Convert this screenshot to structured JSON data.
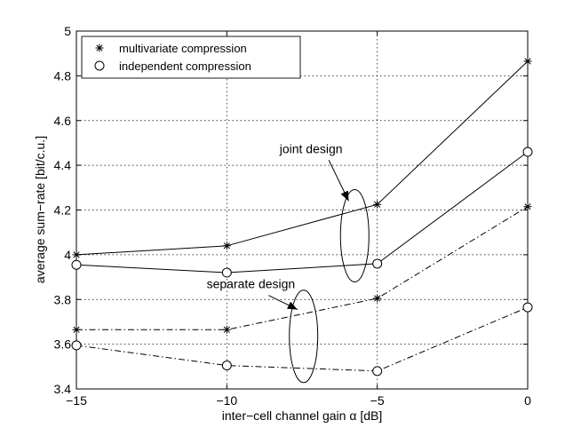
{
  "chart_data": {
    "type": "line",
    "title": "",
    "xlabel": "inter−cell channel gain α [dB]",
    "ylabel": "average sum−rate [bit/c.u.]",
    "xlim": [
      -15,
      0
    ],
    "ylim": [
      3.4,
      5
    ],
    "x_ticks": [
      -15,
      -10,
      -5,
      0
    ],
    "x_tick_labels": [
      "−15",
      "−10",
      "−5",
      "0"
    ],
    "y_ticks": [
      3.4,
      3.6,
      3.8,
      4,
      4.2,
      4.4,
      4.6,
      4.8,
      5
    ],
    "y_tick_labels": [
      "3.4",
      "3.6",
      "3.8",
      "4",
      "4.2",
      "4.4",
      "4.6",
      "4.8",
      "5"
    ],
    "grid": true,
    "legend_position": "top-left",
    "legend": [
      {
        "marker": "asterisk",
        "label": "multivariate compression"
      },
      {
        "marker": "circle",
        "label": "independent compression"
      }
    ],
    "series": [
      {
        "design": "joint",
        "marker": "asterisk",
        "line": "solid",
        "x": [
          -15,
          -10,
          -5,
          0
        ],
        "values": [
          4.0,
          4.04,
          4.225,
          4.865
        ]
      },
      {
        "design": "joint",
        "marker": "circle",
        "line": "solid",
        "x": [
          -15,
          -10,
          -5,
          0
        ],
        "values": [
          3.955,
          3.92,
          3.96,
          4.46
        ]
      },
      {
        "design": "separate",
        "marker": "asterisk",
        "line": "dashdot",
        "x": [
          -15,
          -10,
          -5,
          0
        ],
        "values": [
          3.665,
          3.665,
          3.805,
          4.215
        ]
      },
      {
        "design": "separate",
        "marker": "circle",
        "line": "dashdot",
        "x": [
          -15,
          -10,
          -5,
          0
        ],
        "values": [
          3.595,
          3.505,
          3.48,
          3.765
        ]
      }
    ],
    "annotations": [
      {
        "text": "joint design",
        "ellipse_center": [
          -5.75,
          4.085
        ],
        "text_at": [
          -7.2,
          4.455
        ],
        "arrow_tip": [
          -5.95,
          4.24
        ]
      },
      {
        "text": "separate design",
        "ellipse_center": [
          -7.45,
          3.635
        ],
        "text_at": [
          -9.2,
          3.85
        ],
        "arrow_tip": [
          -7.65,
          3.755
        ]
      }
    ]
  }
}
